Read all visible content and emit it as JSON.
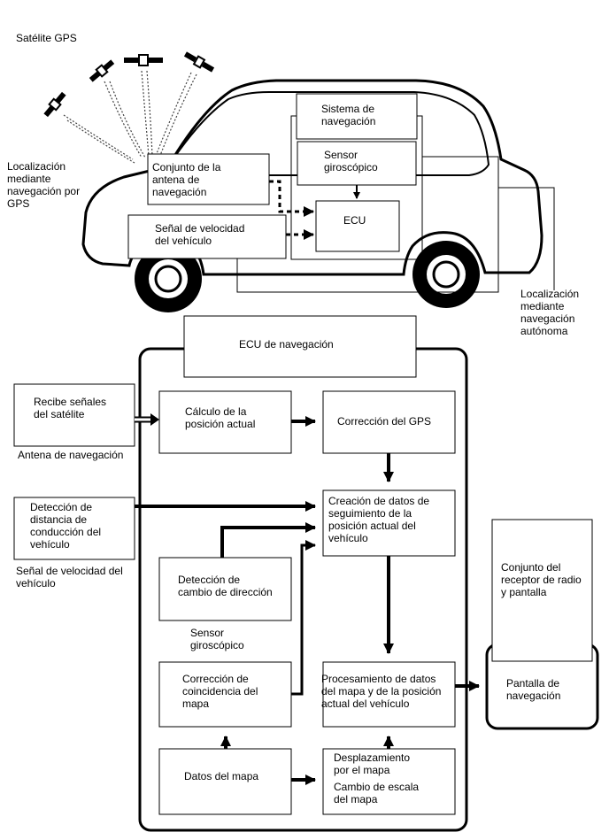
{
  "top": {
    "gps_satellite_label": "Satélite GPS",
    "gps_localization_label": "Localización\nmediante\nnavegación por\nGPS",
    "antenna_assembly_label": "Conjunto de la\nantena de\nnavegación",
    "vehicle_speed_signal_label": "Señal de velocidad\ndel vehículo",
    "navigation_system_label": "Sistema de\nnavegación",
    "gyro_sensor_label": "Sensor\ngiroscópico",
    "ecu_label": "ECU",
    "autonomous_localization_label": "Localización\nmediante\nnavegación\nautónoma"
  },
  "bottom": {
    "nav_ecu_title": "ECU de navegación",
    "receive_satellite_signals": "Recibe señales\ndel satélite",
    "navigation_antenna": "Antena de navegación",
    "distance_detection": "Detección de\ndistancia de\nconducción del\nvehículo",
    "vehicle_speed_signal": "Señal de velocidad del\nvehículo",
    "current_position_calc": "Cálculo de la\nposición actual",
    "gps_correction": "Corrección del GPS",
    "tracking_data_creation": "Creación de datos de\nseguimiento de la\nposición actual del\nvehículo",
    "direction_change_detection": "Detección de\ncambio de dirección",
    "gyro_sensor": "Sensor\ngiroscópico",
    "map_matching_correction": "Corrección de\ncoincidencia del\nmapa",
    "map_processing": "Procesamiento de datos\ndel mapa y de la posición\nactual del vehículo",
    "map_data": "Datos del mapa",
    "map_scroll": "Desplazamiento\npor el mapa",
    "map_scale_change": "Cambio de escala\ndel mapa",
    "radio_display_assembly": "Conjunto del\nreceptor de radio\ny pantalla",
    "navigation_display": "Pantalla de\nnavegación"
  }
}
